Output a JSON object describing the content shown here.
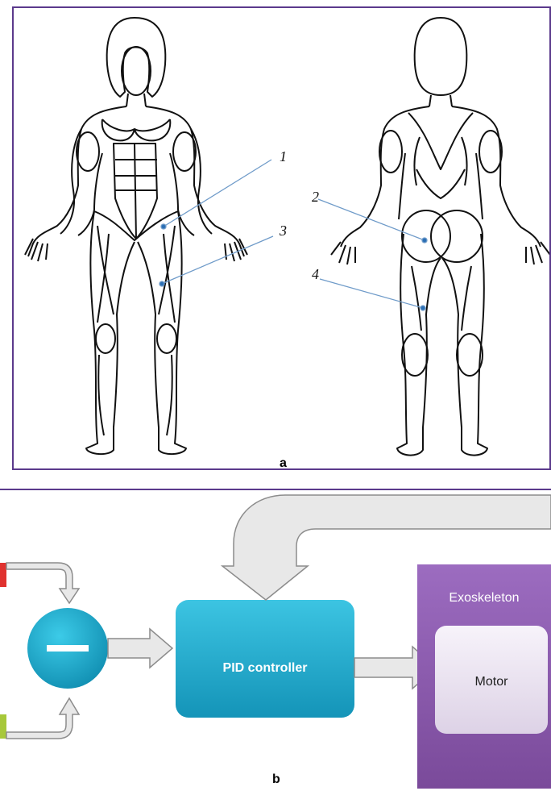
{
  "panel_a": {
    "label": "a",
    "callouts": [
      {
        "number": "1"
      },
      {
        "number": "2"
      },
      {
        "number": "3"
      },
      {
        "number": "4"
      }
    ]
  },
  "panel_b": {
    "label": "b",
    "pid_label": "PID controller",
    "exoskeleton_label": "Exoskeleton",
    "motor_label": "Motor",
    "colors": {
      "pid_fill": "#1ea8c8",
      "exoskeleton_fill": "#8a5ba8",
      "motor_fill": "#e8e0ee",
      "arrow_fill": "#e6e6e6",
      "input_top": "#e0322f",
      "input_bottom": "#a7c83a",
      "frame": "#5b3a8c"
    }
  }
}
